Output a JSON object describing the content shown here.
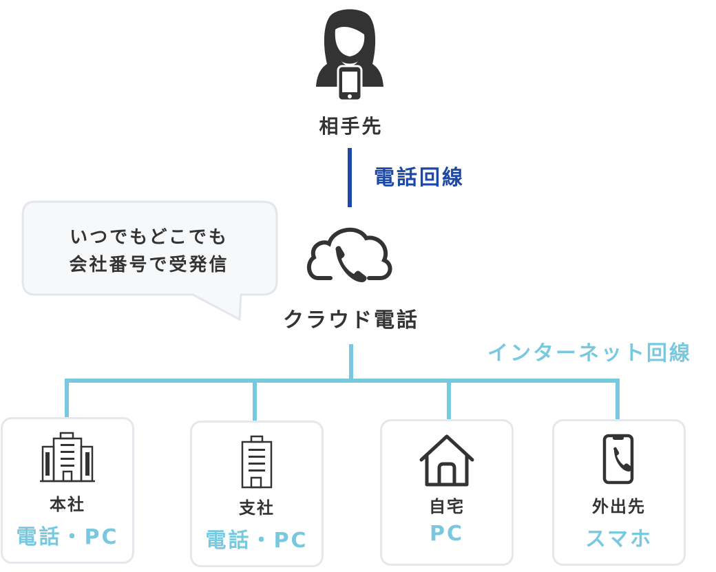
{
  "counterpart": {
    "label": "相手先"
  },
  "phone_line": {
    "label": "電話回線",
    "color": "#1c48a8"
  },
  "bubble": {
    "line1": "いつでもどこでも",
    "line2": "会社番号で受発信"
  },
  "cloud": {
    "label": "クラウド電話"
  },
  "internet_line": {
    "label": "インターネット回線",
    "color": "#78c9e0"
  },
  "locations": [
    {
      "name": "本社",
      "device": "電話・PC",
      "icon": "office-building-icon"
    },
    {
      "name": "支社",
      "device": "電話・PC",
      "icon": "branch-building-icon"
    },
    {
      "name": "自宅",
      "device": "PC",
      "icon": "house-icon"
    },
    {
      "name": "外出先",
      "device": "スマホ",
      "icon": "smartphone-call-icon"
    }
  ]
}
